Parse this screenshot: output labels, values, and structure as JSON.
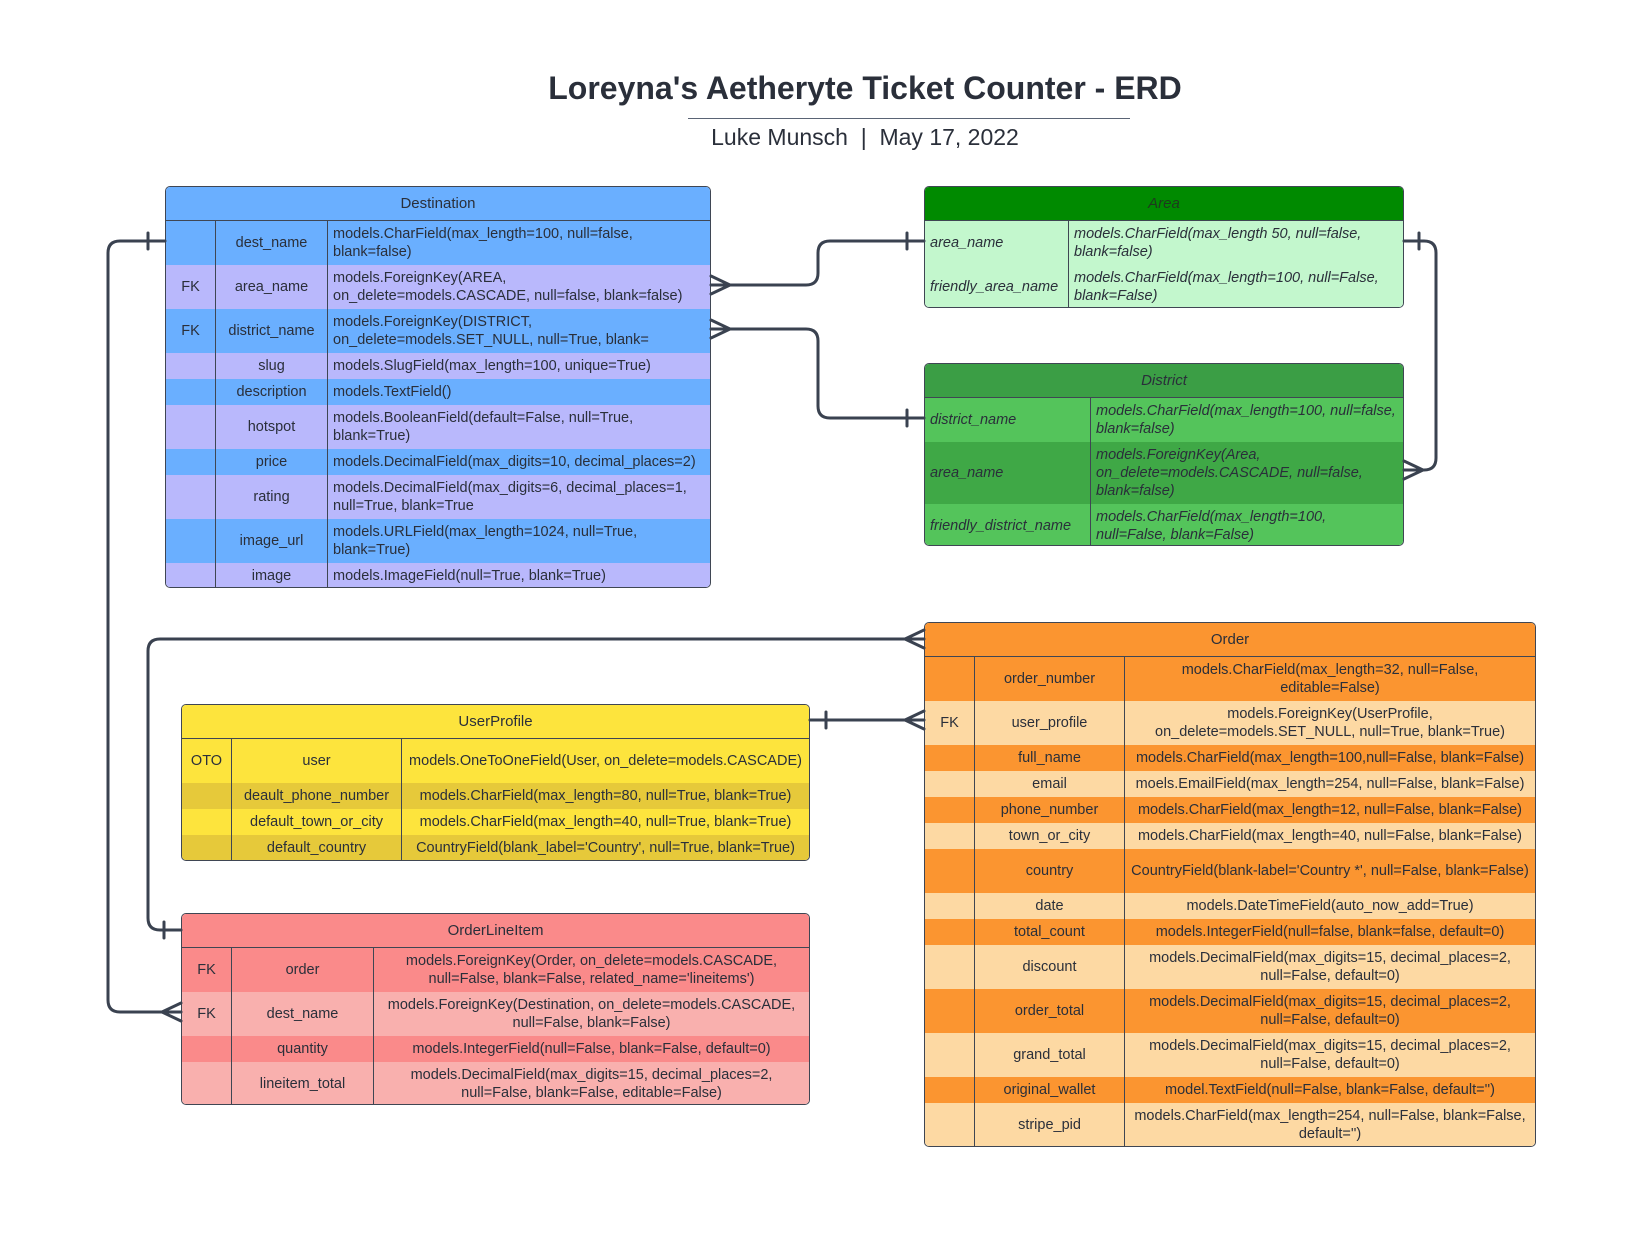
{
  "title": "Loreyna's Aetheryte Ticket Counter - ERD",
  "subtitle": "Luke Munsch  |  May 17, 2022",
  "entities": {
    "destination": {
      "name": "Destination",
      "rows": [
        {
          "key": "",
          "name": "dest_name",
          "type": "models.CharField(max_length=100, null=false, blank=false)"
        },
        {
          "key": "FK",
          "name": "area_name",
          "type": "models.ForeignKey(AREA, on_delete=models.CASCADE, null=false, blank=false)"
        },
        {
          "key": "FK",
          "name": "district_name",
          "type": "models.ForeignKey(DISTRICT, on_delete=models.SET_NULL, null=True, blank="
        },
        {
          "key": "",
          "name": "slug",
          "type": "models.SlugField(max_length=100, unique=True)"
        },
        {
          "key": "",
          "name": "description",
          "type": "models.TextField()"
        },
        {
          "key": "",
          "name": "hotspot",
          "type": "models.BooleanField(default=False, null=True, blank=True)"
        },
        {
          "key": "",
          "name": "price",
          "type": "models.DecimalField(max_digits=10, decimal_places=2)"
        },
        {
          "key": "",
          "name": "rating",
          "type": "models.DecimalField(max_digits=6, decimal_places=1, null=True, blank=True"
        },
        {
          "key": "",
          "name": "image_url",
          "type": "models.URLField(max_length=1024, null=True, blank=True)"
        },
        {
          "key": "",
          "name": "image",
          "type": "models.ImageField(null=True, blank=True)"
        }
      ]
    },
    "area": {
      "name": "Area",
      "rows": [
        {
          "name": "area_name",
          "type": "models.CharField(max_length 50, null=false, blank=false)"
        },
        {
          "name": "friendly_area_name",
          "type": "models.CharField(max_length=100, null=False, blank=False)"
        }
      ]
    },
    "district": {
      "name": "District",
      "rows": [
        {
          "name": "district_name",
          "type": "models.CharField(max_length=100, null=false, blank=false)"
        },
        {
          "name": "area_name",
          "type": "models.ForeignKey(Area, on_delete=models.CASCADE, null=false, blank=false)"
        },
        {
          "name": "friendly_district_name",
          "type": "models.CharField(max_length=100, null=False, blank=False)"
        }
      ]
    },
    "order": {
      "name": "Order",
      "rows": [
        {
          "key": "",
          "name": "order_number",
          "type": "models.CharField(max_length=32, null=False, editable=False)"
        },
        {
          "key": "FK",
          "name": "user_profile",
          "type": "models.ForeignKey(UserProfile, on_delete=models.SET_NULL, null=True, blank=True)"
        },
        {
          "key": "",
          "name": "full_name",
          "type": "models.CharField(max_length=100,null=False, blank=False)"
        },
        {
          "key": "",
          "name": "email",
          "type": "moels.EmailField(max_length=254, null=False, blank=False)"
        },
        {
          "key": "",
          "name": "phone_number",
          "type": "models.CharField(max_length=12, null=False, blank=False)"
        },
        {
          "key": "",
          "name": "town_or_city",
          "type": "models.CharField(max_length=40, null=False, blank=False)"
        },
        {
          "key": "",
          "name": "country",
          "type": "CountryField(blank-label='Country *', null=False, blank=False)"
        },
        {
          "key": "",
          "name": "date",
          "type": "models.DateTimeField(auto_now_add=True)"
        },
        {
          "key": "",
          "name": "total_count",
          "type": "models.IntegerField(null=false, blank=false, default=0)"
        },
        {
          "key": "",
          "name": "discount",
          "type": "models.DecimalField(max_digits=15, decimal_places=2, null=False, default=0)"
        },
        {
          "key": "",
          "name": "order_total",
          "type": "models.DecimalField(max_digits=15, decimal_places=2, null=False, default=0)"
        },
        {
          "key": "",
          "name": "grand_total",
          "type": "models.DecimalField(max_digits=15, decimal_places=2, null=False, default=0)"
        },
        {
          "key": "",
          "name": "original_wallet",
          "type": "model.TextField(null=False, blank=False, default='')"
        },
        {
          "key": "",
          "name": "stripe_pid",
          "type": "models.CharField(max_length=254, null=False, blank=False, default='')"
        }
      ]
    },
    "userprofile": {
      "name": "UserProfile",
      "rows": [
        {
          "key": "OTO",
          "name": "user",
          "type": "models.OneToOneField(User, on_delete=models.CASCADE)"
        },
        {
          "key": "",
          "name": "deault_phone_number",
          "type": "models.CharField(max_length=80, null=True, blank=True)"
        },
        {
          "key": "",
          "name": "default_town_or_city",
          "type": "models.CharField(max_length=40, null=True, blank=True)"
        },
        {
          "key": "",
          "name": "default_country",
          "type": "CountryField(blank_label='Country', null=True, blank=True)"
        }
      ]
    },
    "orderlineitem": {
      "name": "OrderLineItem",
      "rows": [
        {
          "key": "FK",
          "name": "order",
          "type": "models.ForeignKey(Order, on_delete=models.CASCADE, null=False, blank=False, related_name='lineitems')"
        },
        {
          "key": "FK",
          "name": "dest_name",
          "type": "models.ForeignKey(Destination, on_delete=models.CASCADE, null=False, blank=False)"
        },
        {
          "key": "",
          "name": "quantity",
          "type": "models.IntegerField(null=False, blank=False, default=0)"
        },
        {
          "key": "",
          "name": "lineitem_total",
          "type": "models.DecimalField(max_digits=15, decimal_places=2, null=False, blank=False, editable=False)"
        }
      ]
    }
  },
  "colors": {
    "destination_header": "#6aafff",
    "destination_row_a": "#6aafff",
    "destination_row_b": "#b9b8fc",
    "area_header": "#008a00",
    "area_row": "#c3f7cd",
    "district_header": "#3b9e45",
    "district_row_a": "#54c45b",
    "district_row_b": "#3fa846",
    "order_header": "#fb9530",
    "order_row_a": "#fb9530",
    "order_row_b": "#fdd9a3",
    "userprofile_header": "#fde43d",
    "userprofile_row_a": "#fde43d",
    "userprofile_row_b": "#e6c93a",
    "orderlineitem_header": "#fa8a8a",
    "orderlineitem_row_a": "#fa8a8a",
    "orderlineitem_row_b": "#f9b0ae",
    "connector": "#3a4250"
  }
}
